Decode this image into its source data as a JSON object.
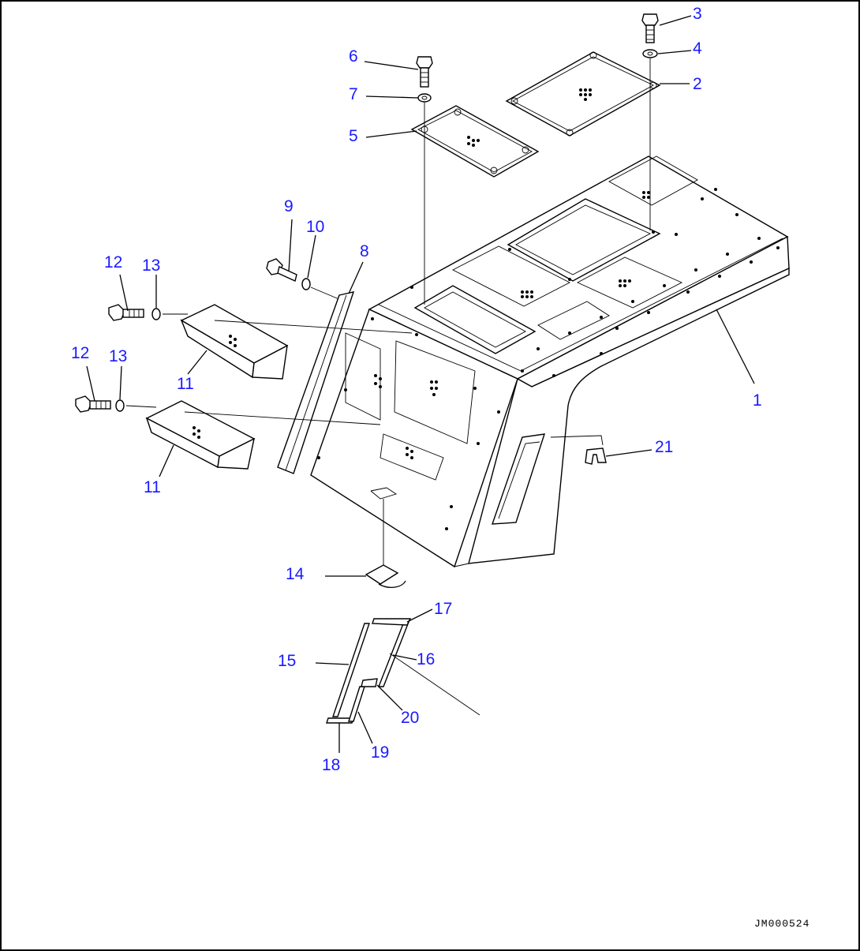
{
  "diagram": {
    "reference_code": "JM000524",
    "callouts": [
      {
        "id": "c1",
        "label": "1"
      },
      {
        "id": "c2",
        "label": "2"
      },
      {
        "id": "c3",
        "label": "3"
      },
      {
        "id": "c4",
        "label": "4"
      },
      {
        "id": "c5",
        "label": "5"
      },
      {
        "id": "c6",
        "label": "6"
      },
      {
        "id": "c7",
        "label": "7"
      },
      {
        "id": "c8",
        "label": "8"
      },
      {
        "id": "c9",
        "label": "9"
      },
      {
        "id": "c10",
        "label": "10"
      },
      {
        "id": "c11a",
        "label": "11"
      },
      {
        "id": "c11b",
        "label": "11"
      },
      {
        "id": "c12a",
        "label": "12"
      },
      {
        "id": "c12b",
        "label": "12"
      },
      {
        "id": "c13a",
        "label": "13"
      },
      {
        "id": "c13b",
        "label": "13"
      },
      {
        "id": "c14",
        "label": "14"
      },
      {
        "id": "c15",
        "label": "15"
      },
      {
        "id": "c16",
        "label": "16"
      },
      {
        "id": "c17",
        "label": "17"
      },
      {
        "id": "c18",
        "label": "18"
      },
      {
        "id": "c19",
        "label": "19"
      },
      {
        "id": "c20",
        "label": "20"
      },
      {
        "id": "c21",
        "label": "21"
      }
    ]
  }
}
